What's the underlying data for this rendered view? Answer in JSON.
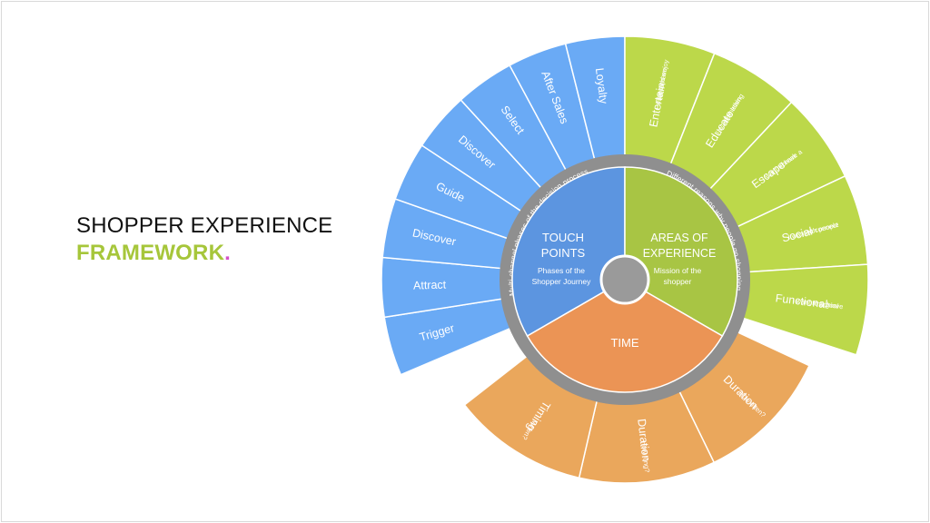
{
  "title": {
    "line1": "SHOPPER EXPERIENCE",
    "line2": "FRAMEWORK",
    "dot": "."
  },
  "colors": {
    "blue": "#6aaaf5",
    "blue_core": "#5c95e0",
    "green": "#bcd84a",
    "green_core": "#a8c544",
    "orange": "#eaa75c",
    "orange_core": "#eb9455",
    "ring": "#8f8f8f",
    "hub": "#9a9a9a",
    "accent": "#a6c63a",
    "dot": "#d452c8"
  },
  "wheel": {
    "touch_points": {
      "title_line1": "TOUCH",
      "title_line2": "POINTS",
      "sub_line1": "Phases of the",
      "sub_line2": "Shopper Journey",
      "ring_label": "Multi-channel phases of the decision process"
    },
    "areas": {
      "title_line1": "AREAS OF",
      "title_line2": "EXPERIENCE",
      "sub_line1": "Mission of the",
      "sub_line2": "shopper",
      "ring_label": "Different reasons why people go shopping"
    },
    "time": {
      "title": "TIME"
    },
    "blue_segments": [
      "Trigger",
      "Attract",
      "Discover",
      "Guide",
      "Discover",
      "Select",
      "After Sales",
      "Loyalty"
    ],
    "green_segments": [
      {
        "label": "Entertain",
        "sub1": "I want to have",
        "sub2": "fun and enjoy"
      },
      {
        "label": "Educate",
        "sub1": "I want to learn",
        "sub2": "something"
      },
      {
        "label": "Escape",
        "sub1": "I want to have a",
        "sub2": "break"
      },
      {
        "label": "Social",
        "sub1": "I want to connect",
        "sub2": "with people"
      },
      {
        "label": "Functional",
        "sub1": "I want to achieve",
        "sub2": "my goal"
      }
    ],
    "orange_segments": [
      {
        "label": "Duration",
        "sub": "How often?"
      },
      {
        "label": "Duration",
        "sub": "How long?"
      },
      {
        "label": "Timing",
        "sub": "When?"
      }
    ]
  }
}
